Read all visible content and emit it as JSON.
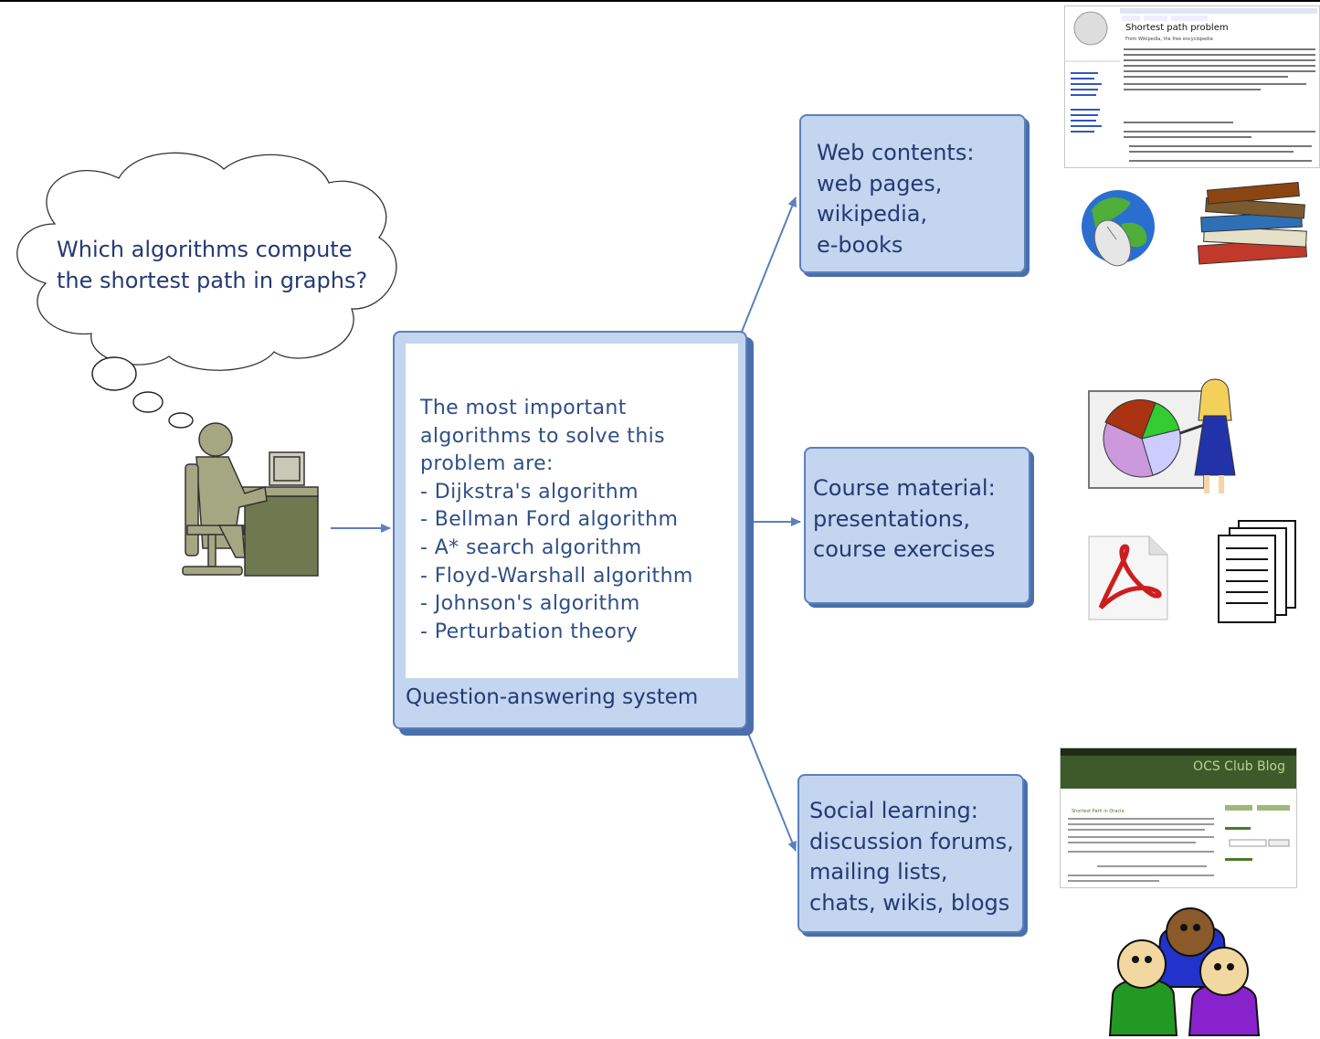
{
  "question": {
    "lines": [
      "Which algorithms compute",
      "the shortest path in graphs?"
    ]
  },
  "qa_system": {
    "answer_lines": [
      "The most important",
      "algorithms to solve this",
      "problem are:",
      "- Dijkstra's algorithm",
      "- Bellman Ford algorithm",
      "- A* search algorithm",
      "- Floyd-Warshall algorithm",
      "- Johnson's algorithm",
      "- Perturbation theory"
    ],
    "caption": "Question-answering system"
  },
  "sources": [
    {
      "lines": [
        "Web contents:",
        "web pages,",
        "wikipedia,",
        "e-books"
      ]
    },
    {
      "lines": [
        "Course material:",
        "presentations,",
        "course exercises"
      ]
    },
    {
      "lines": [
        "Social learning:",
        "discussion forums,",
        "mailing lists,",
        "chats, wikis, blogs"
      ]
    }
  ],
  "thumbnails": {
    "wikipedia_title": "Shortest path problem",
    "wikipedia_subtitle": "From Wikipedia, the free encyclopedia",
    "blog_title": "OCS Club Blog",
    "blog_post_title": "Shortest Path in Oracle"
  },
  "colors": {
    "box_fill": "#c3d5ef",
    "box_border": "#5b80bd",
    "box_shadow": "#4a6fab",
    "text_dark": "#243a73",
    "arrow": "#5b80bd"
  },
  "icons": [
    "thought-cloud-icon",
    "person-at-computer-icon",
    "globe-mouse-icon",
    "books-stack-icon",
    "presenter-pie-chart-icon",
    "pdf-file-icon",
    "documents-stack-icon",
    "people-group-icon"
  ]
}
